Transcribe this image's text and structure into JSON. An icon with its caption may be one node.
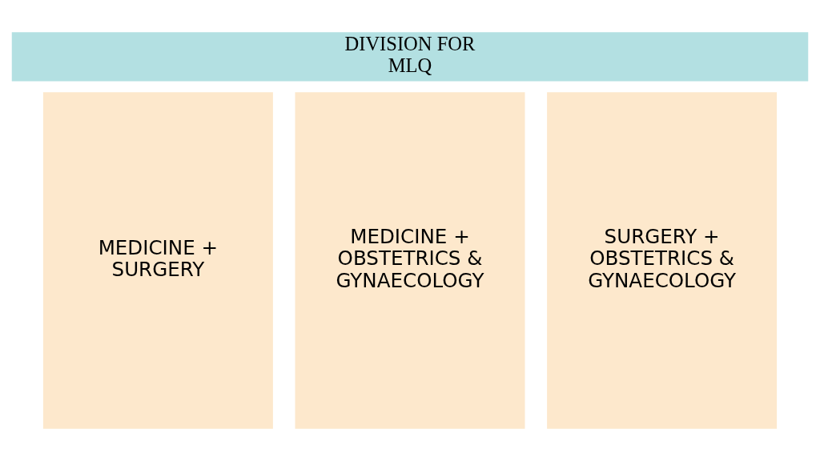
{
  "diagram": {
    "nodes": [
      {
        "text": [
          "DIVISION FOR MLQ"
        ]
      },
      {
        "text": [
          "MEDICINE + SURGERY"
        ]
      },
      {
        "text": [
          "MEDICINE + OBSTETRICS & GYNAECOLOGY"
        ]
      },
      {
        "text": [
          "SURGERY + OBSTETRICS & GYNAECOLOGY"
        ]
      }
    ]
  }
}
